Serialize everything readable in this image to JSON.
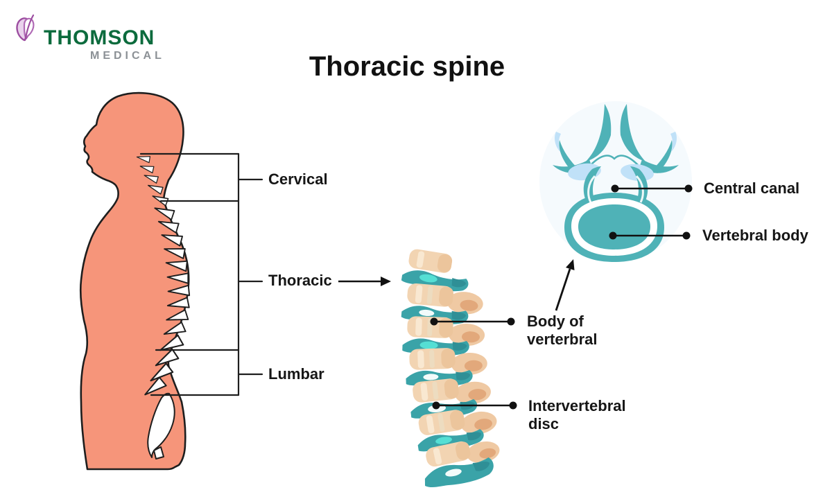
{
  "brand": {
    "name": "THOMSON",
    "sub": "MEDICAL"
  },
  "title": "Thoracic spine",
  "region_labels": [
    {
      "label": "Cervical"
    },
    {
      "label": "Thoracic"
    },
    {
      "label": "Lumbar"
    }
  ],
  "annotations": {
    "body_of_vertebral": {
      "line1": "Body of",
      "line2": "verterbral"
    },
    "intervertebral_disc": {
      "line1": "Intervertebral",
      "line2": "disc"
    },
    "central_canal": "Central canal",
    "vertebral_body": "Vertebral body"
  },
  "icons": {
    "logo": "butterfly-icon",
    "pointers": [
      "right-arrow-icon",
      "up-arrow-icon"
    ]
  },
  "colors": {
    "body_salmon": "#F6957A",
    "outline_black": "#1E1E1E",
    "disc_teal": "#3AA3A8",
    "disc_cyan_highlight": "#55DFD4",
    "bone_beige": "#F2D4B2",
    "bone_knob": "#EFC9A3",
    "cross_section_teal": "#4FB2B7",
    "facet_light_blue": "#C0E1F8",
    "brand_green": "#0C6B3D",
    "brand_gray": "#8C9196",
    "brand_purple": "#9C4DA0"
  }
}
